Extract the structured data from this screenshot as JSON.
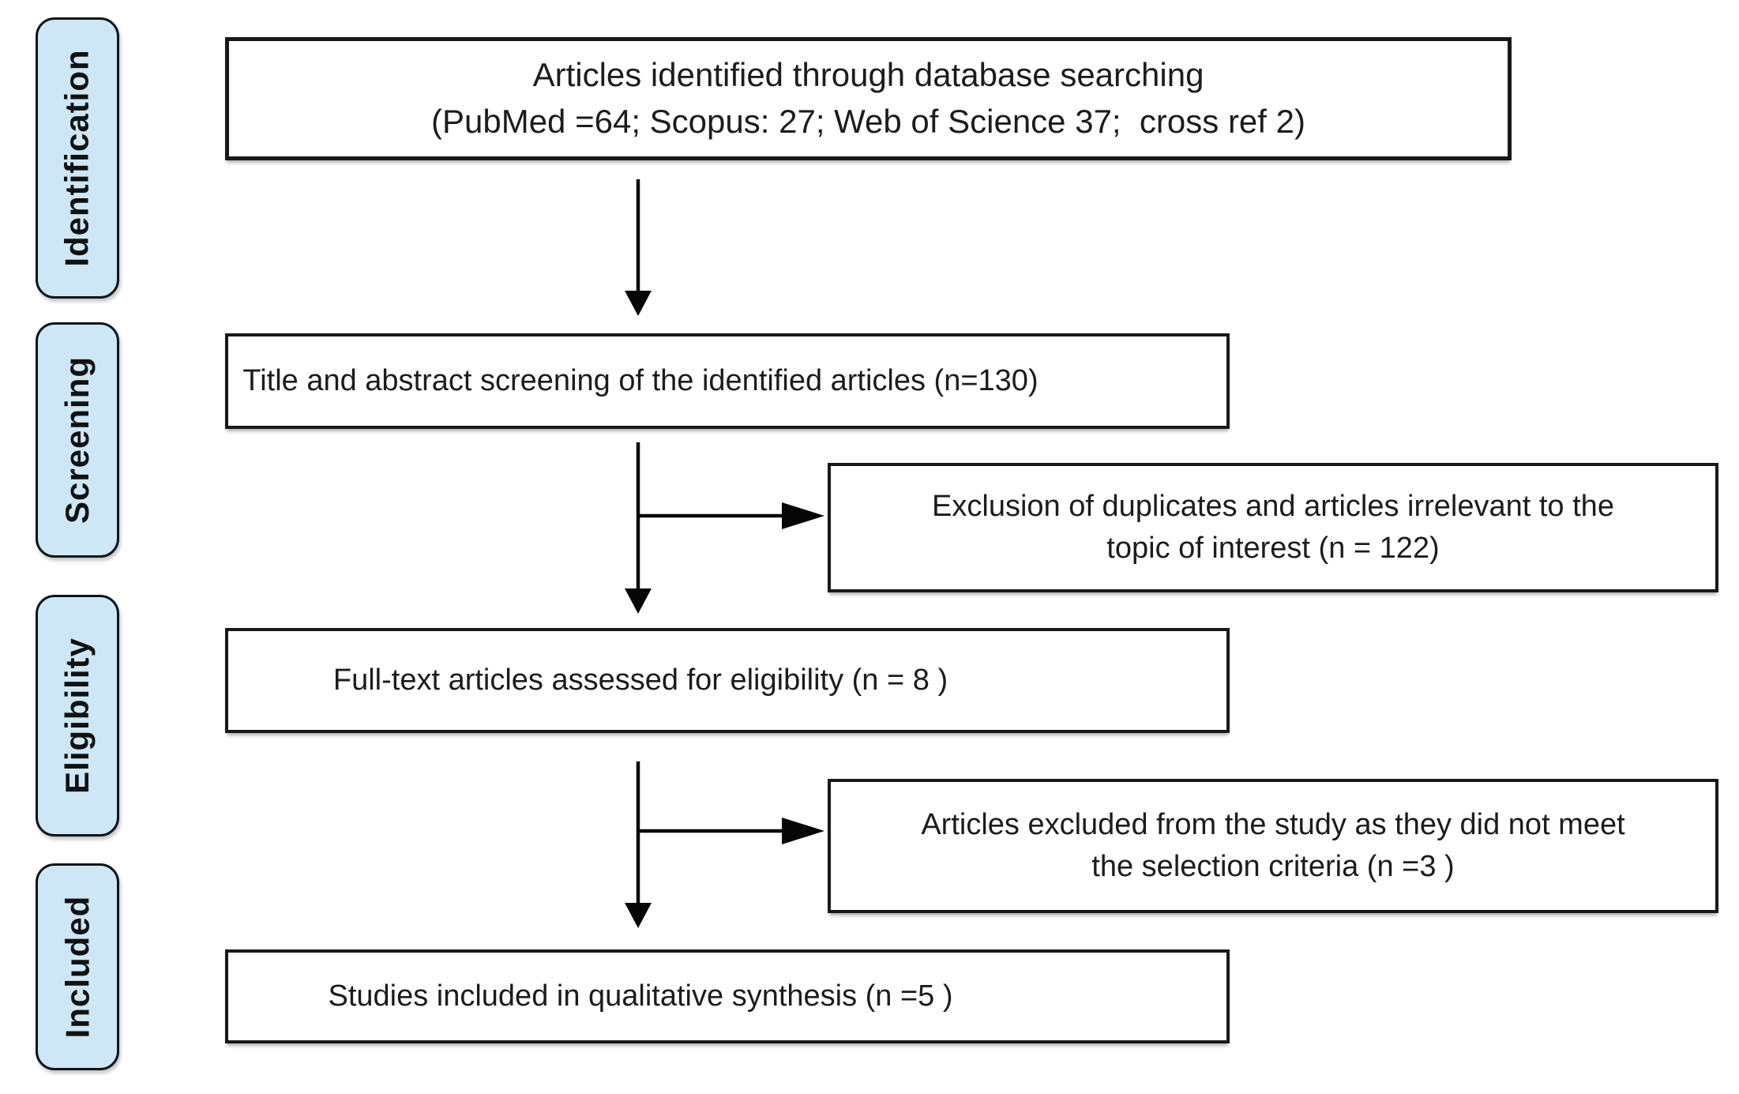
{
  "sidebar": {
    "stages": [
      {
        "id": "identification",
        "label": "Identification"
      },
      {
        "id": "screening",
        "label": "Screening"
      },
      {
        "id": "eligibility",
        "label": "Eligibility"
      },
      {
        "id": "included",
        "label": "Included"
      }
    ]
  },
  "flow": {
    "identified": {
      "line1": "Articles identified through database searching",
      "line2": "(PubMed =64; Scopus: 27; Web of Science 37;  cross ref 2)"
    },
    "screening": {
      "text": "Title and abstract screening of the identified articles (n=130)"
    },
    "exclusion1": {
      "line1": "Exclusion of duplicates and articles irrelevant to the",
      "line2": "topic of interest (n = 122)"
    },
    "fulltext": {
      "text": "Full-text articles assessed for eligibility (n = 8 )"
    },
    "exclusion2": {
      "line1": "Articles excluded from the study as they did not meet",
      "line2": "the selection criteria (n =3 )"
    },
    "included": {
      "text": "Studies included in qualitative synthesis (n =5 )"
    }
  },
  "colors": {
    "stage_fill": "#cde7f6",
    "stage_border": "#101418",
    "box_border": "#191919",
    "box_fill": "#ffffff",
    "arrow": "#060606",
    "text": "#1c1c1c",
    "background": "#ffffff"
  }
}
